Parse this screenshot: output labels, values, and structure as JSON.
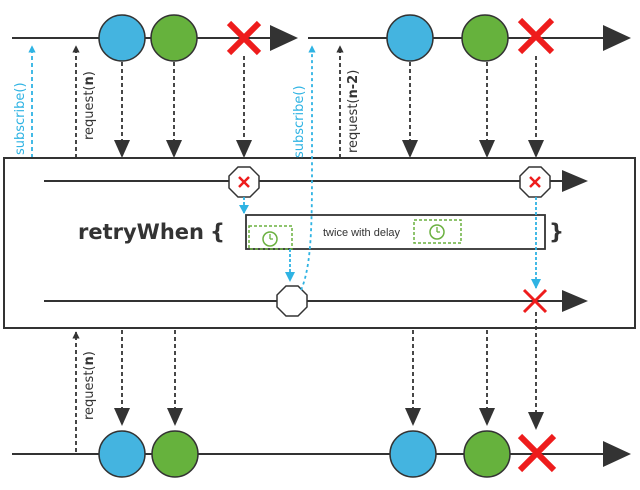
{
  "labels": {
    "subscribe_top_left": "subscribe()",
    "request_top_left_prefix": "request(",
    "request_top_left_arg": "n",
    "request_top_left_suffix": ")",
    "subscribe_middle": "subscribe()",
    "request_top_right_prefix": "request(",
    "request_top_right_arg": "n-2",
    "request_top_right_suffix": ")",
    "request_bottom_prefix": "request(",
    "request_bottom_arg": "n",
    "request_bottom_suffix": ")"
  },
  "operator": {
    "name": "retryWhen",
    "open_brace": "{",
    "close_brace": "}",
    "inner_text": "twice with delay"
  },
  "colors": {
    "blue": "#44b4e0",
    "green": "#66b23d",
    "error_red": "#ee1c1c",
    "signal_blue": "#2fb3e3",
    "line": "#333333",
    "timer_green": "#6ab03f"
  },
  "icons": {
    "timer": "clock-icon",
    "error": "x-icon"
  }
}
